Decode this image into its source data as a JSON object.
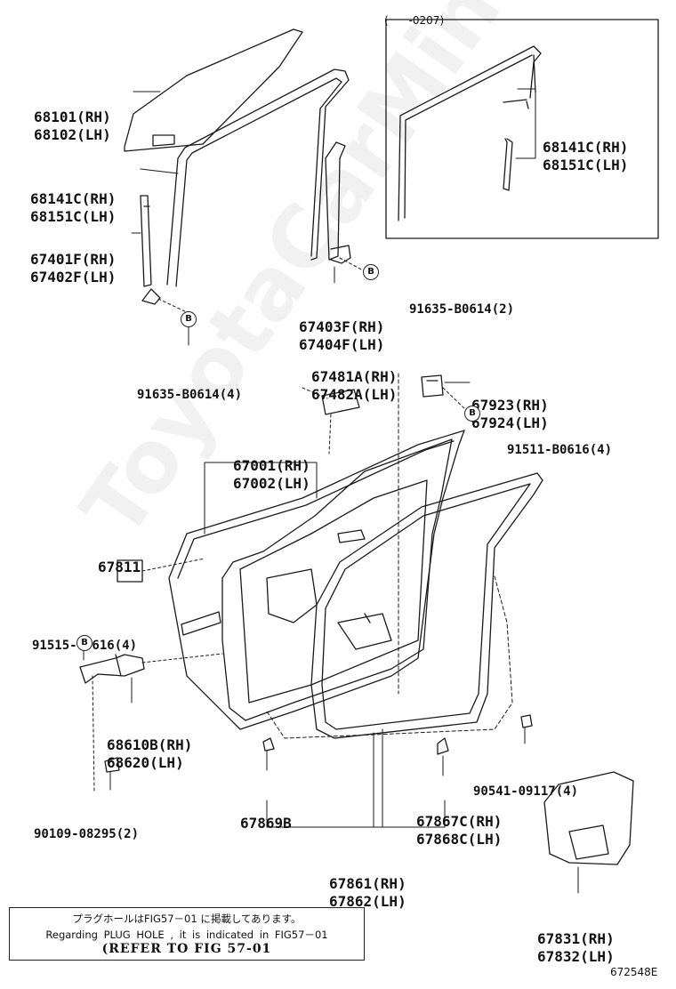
{
  "inset": {
    "title": "(      -0207)"
  },
  "watermark": "ToyotaCarMine.ru",
  "parts": [
    {
      "key": "glass",
      "lines": [
        "68101(RH)",
        "68102(LH)"
      ]
    },
    {
      "key": "weatherstrip",
      "lines": [
        "68141C(RH)",
        "68151C(LH)"
      ]
    },
    {
      "key": "channel-front",
      "lines": [
        "67401F(RH)",
        "67402F(LH)"
      ]
    },
    {
      "key": "channel-rear",
      "lines": [
        "67403F(RH)",
        "67404F(LH)"
      ]
    },
    {
      "key": "bolt-4",
      "lines": [
        "91635-B0614(4)"
      ]
    },
    {
      "key": "bolt-2",
      "lines": [
        "91635-B0614(2)"
      ]
    },
    {
      "key": "inset-weatherstrip",
      "lines": [
        "68141C(RH)",
        "68151C(LH)"
      ]
    },
    {
      "key": "panel",
      "lines": [
        "67481A(RH)",
        "67482A(LH)"
      ]
    },
    {
      "key": "hinge",
      "lines": [
        "67923(RH)",
        "67924(LH)"
      ]
    },
    {
      "key": "bolt-hinge",
      "lines": [
        "91511-B0616(4)"
      ]
    },
    {
      "key": "door-panel",
      "lines": [
        "67001(RH)",
        "67002(LH)"
      ]
    },
    {
      "key": "seal-plate",
      "lines": [
        "67811"
      ]
    },
    {
      "key": "check-bolt",
      "lines": [
        "91515-G0616(4)"
      ]
    },
    {
      "key": "door-check",
      "lines": [
        "68610B(RH)",
        "68620(LH)"
      ]
    },
    {
      "key": "check-screw",
      "lines": [
        "90109-08295(2)"
      ]
    },
    {
      "key": "clip-b",
      "lines": [
        "67869B"
      ]
    },
    {
      "key": "clip-c",
      "lines": [
        "67867C(RH)",
        "67868C(LH)"
      ]
    },
    {
      "key": "grommet",
      "lines": [
        "90541-09117(4)"
      ]
    },
    {
      "key": "door-weatherstrip",
      "lines": [
        "67861(RH)",
        "67862(LH)"
      ]
    },
    {
      "key": "service-cover",
      "lines": [
        "67831(RH)",
        "67832(LH)"
      ]
    }
  ],
  "bolt_marker": "B",
  "note": {
    "jp": "プラグホールはFIG57－01 に掲載してあります。",
    "en": "Regarding PLUG HOLE , it is indicated in FIG57－01",
    "ref": "(REFER TO FIG 57-01"
  },
  "figure_id": "672548E"
}
